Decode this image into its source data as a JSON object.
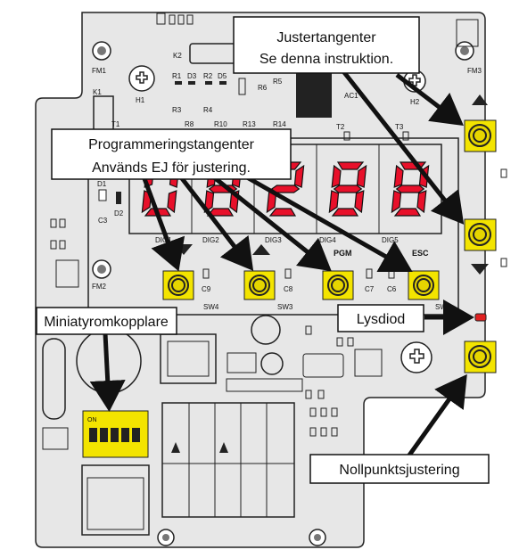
{
  "callouts": {
    "justertangenter_line1": "Justertangenter",
    "justertangenter_line2": "Se denna instruktion.",
    "programmering_line1": "Programmeringstangenter",
    "programmering_line2": "Används EJ för justering.",
    "miniatyr": "Miniatyromkopplare",
    "lysdiod": "Lysdiod",
    "nollpunkt": "Nollpunktsjustering"
  },
  "display": {
    "digits": [
      "0",
      "8",
      "2",
      "8",
      "8"
    ],
    "digit_labels": [
      "DIG1",
      "DIG2",
      "DIG3",
      "DIG4",
      "DIG5"
    ],
    "color": "#e8102a"
  },
  "board_labels": {
    "k1": "K1",
    "k2": "K2",
    "fm1": "FM1",
    "fm2": "FM2",
    "fm3": "FM3",
    "h1": "H1",
    "h2": "H2",
    "r1": "R1",
    "d3": "D3",
    "r2": "R2",
    "d5": "D5",
    "r3": "R3",
    "r4": "R4",
    "r5": "R5",
    "r6": "R6",
    "r8": "R8",
    "r10": "R10",
    "r13": "R13",
    "r14": "R14",
    "t1": "T1",
    "t2": "T2",
    "t3": "T3",
    "ac1": "AC1",
    "d1": "D1",
    "d2": "D2",
    "c3": "C3",
    "c9": "C9",
    "c8": "C8",
    "c7": "C7",
    "c6": "C6",
    "sw1": "SW1",
    "sw3": "SW3",
    "sw4": "SW4",
    "pgm": "PGM",
    "esc": "ESC",
    "dip_on": "ON"
  },
  "colors": {
    "board": "#e7e7e7",
    "button": "#f3e400",
    "dip_switch": "#f3e400",
    "led": "#e02020",
    "callout_border": "#111111"
  },
  "icons": [
    "mounting-hole-icon",
    "screw-icon",
    "up-arrow-icon",
    "down-arrow-icon"
  ]
}
